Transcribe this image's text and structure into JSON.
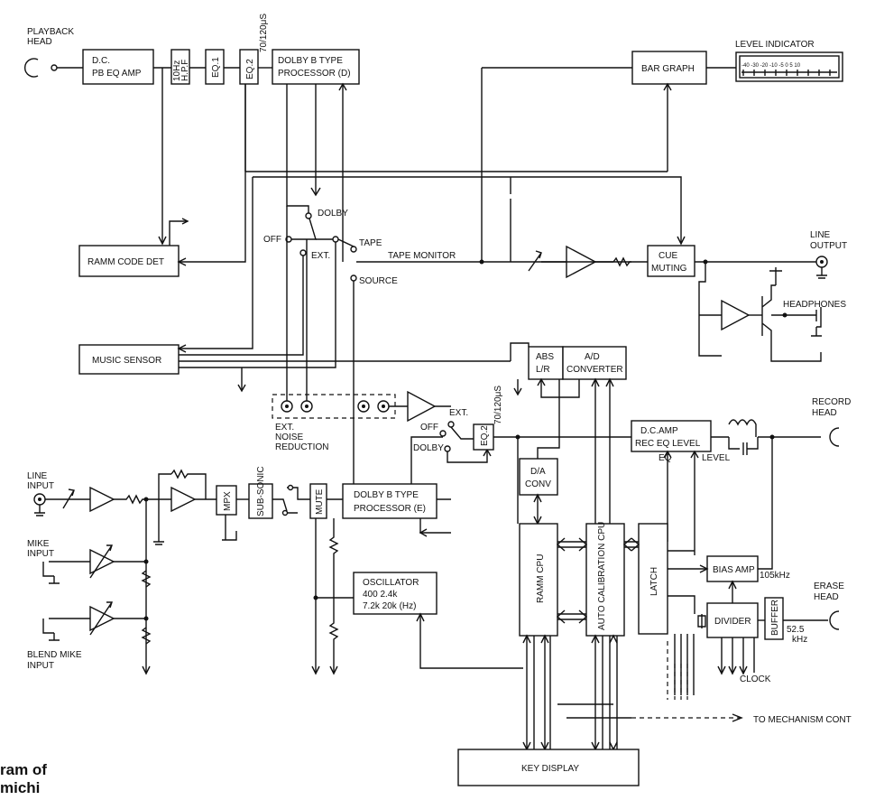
{
  "heads": {
    "playback": [
      "PLAYBACK",
      "HEAD"
    ],
    "record": [
      "RECORD",
      "HEAD"
    ],
    "erase": [
      "ERASE",
      "HEAD"
    ]
  },
  "blocks": {
    "dc_pb_eq_amp": [
      "D.C.",
      "PB EQ AMP"
    ],
    "hpf": [
      "10Hz",
      "H.P.F"
    ],
    "eq1": "EQ.1",
    "eq2_top": "EQ.2",
    "tc_top": "70/120μS",
    "dolby_d": [
      "DOLBY B TYPE",
      "PROCESSOR (D)"
    ],
    "bar_graph": "BAR GRAPH",
    "level_indicator": "LEVEL INDICATOR",
    "level_scale": "-40 -30 -20 -10 -5 0 5 10",
    "ramm_code_det": "RAMM CODE DET",
    "music_sensor": "MUSIC SENSOR",
    "cue_muting": [
      "CUE",
      "MUTING"
    ],
    "line_output": [
      "LINE",
      "OUTPUT"
    ],
    "headphones": "HEADPHONES",
    "abs_lr": [
      "ABS",
      "L/R"
    ],
    "ad_converter": [
      "A/D",
      "CONVERTER"
    ],
    "ext_nr": [
      "EXT.",
      "NOISE",
      "REDUCTION"
    ],
    "eq2_bottom": "EQ.2",
    "tc_bottom": "70/120μS",
    "dc_amp_rec": [
      "D.C.AMP",
      "REC EQ LEVEL"
    ],
    "da_conv": [
      "D/A",
      "CONV"
    ],
    "dolby_e": [
      "DOLBY B TYPE",
      "PROCESSOR (E)"
    ],
    "mpx": "MPX",
    "subsonic": "SUB-SONIC",
    "mute": "MUTE",
    "oscillator": [
      "OSCILLATOR",
      "400  2.4k",
      "7.2k 20k (Hz)"
    ],
    "ramm_cpu": "RAMM CPU",
    "auto_cal_cpu": "AUTO CALIBRATION CPU",
    "latch": "LATCH",
    "bias_amp": "BIAS AMP",
    "bias_freq": "105kHz",
    "divider": "DIVIDER",
    "buffer": "BUFFER",
    "erase_freq": [
      "52.5",
      "kHz"
    ],
    "clock": "CLOCK",
    "key_display": "KEY DISPLAY",
    "mech": "TO MECHANISM CONT"
  },
  "switch_labels": {
    "dolby": "DOLBY",
    "off": "OFF",
    "ext": "EXT.",
    "tape": "TAPE",
    "tape_monitor": "TAPE MONITOR",
    "source": "SOURCE",
    "ext2": "EXT.",
    "off2": "OFF",
    "dolby2": "DOLBY",
    "eq": "EQ",
    "level": "LEVEL"
  },
  "inputs": {
    "line": [
      "LINE",
      "INPUT"
    ],
    "mike": [
      "MIKE",
      "INPUT"
    ],
    "blend": [
      "BLEND MIKE",
      "INPUT"
    ]
  },
  "caption": [
    "ram of",
    "michi"
  ]
}
